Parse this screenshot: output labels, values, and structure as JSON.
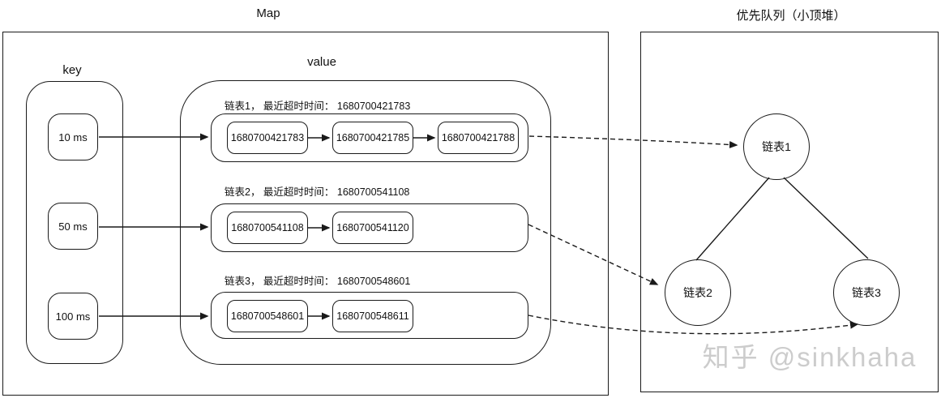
{
  "titles": {
    "map": "Map",
    "heap": "优先队列（小顶堆）"
  },
  "map": {
    "key_label": "key",
    "value_label": "value",
    "keys": [
      {
        "label": "10 ms"
      },
      {
        "label": "50 ms"
      },
      {
        "label": "100 ms"
      }
    ],
    "lists": [
      {
        "caption": "链表1， 最近超时时间： 1680700421783",
        "nodes": [
          "1680700421783",
          "1680700421785",
          "1680700421788"
        ]
      },
      {
        "caption": "链表2， 最近超时时间： 1680700541108",
        "nodes": [
          "1680700541108",
          "1680700541120"
        ]
      },
      {
        "caption": "链表3， 最近超时时间： 1680700548601",
        "nodes": [
          "1680700548601",
          "1680700548611"
        ]
      }
    ]
  },
  "heap": {
    "nodes": [
      {
        "label": "链表1"
      },
      {
        "label": "链表2"
      },
      {
        "label": "链表3"
      }
    ]
  },
  "watermark": "知乎 @sinkhaha",
  "colors": {
    "stroke": "#1a1a1a",
    "watermark": "#cccccc",
    "background": "#ffffff"
  }
}
